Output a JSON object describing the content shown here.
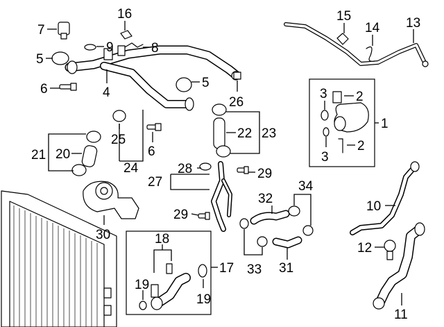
{
  "diagram": {
    "callouts": [
      {
        "id": "c1",
        "text": "1"
      },
      {
        "id": "c2a",
        "text": "2"
      },
      {
        "id": "c2b",
        "text": "2"
      },
      {
        "id": "c3a",
        "text": "3"
      },
      {
        "id": "c3b",
        "text": "3"
      },
      {
        "id": "c4",
        "text": "4"
      },
      {
        "id": "c5a",
        "text": "5"
      },
      {
        "id": "c5b",
        "text": "5"
      },
      {
        "id": "c6a",
        "text": "6"
      },
      {
        "id": "c6b",
        "text": "6"
      },
      {
        "id": "c7",
        "text": "7"
      },
      {
        "id": "c8",
        "text": "8"
      },
      {
        "id": "c9",
        "text": "9"
      },
      {
        "id": "c10",
        "text": "10"
      },
      {
        "id": "c11",
        "text": "11"
      },
      {
        "id": "c12",
        "text": "12"
      },
      {
        "id": "c13",
        "text": "13"
      },
      {
        "id": "c14",
        "text": "14"
      },
      {
        "id": "c15",
        "text": "15"
      },
      {
        "id": "c16",
        "text": "16"
      },
      {
        "id": "c17",
        "text": "17"
      },
      {
        "id": "c18",
        "text": "18"
      },
      {
        "id": "c19a",
        "text": "19"
      },
      {
        "id": "c19b",
        "text": "19"
      },
      {
        "id": "c20",
        "text": "20"
      },
      {
        "id": "c21",
        "text": "21"
      },
      {
        "id": "c22",
        "text": "22"
      },
      {
        "id": "c23",
        "text": "23"
      },
      {
        "id": "c24",
        "text": "24"
      },
      {
        "id": "c25",
        "text": "25"
      },
      {
        "id": "c26",
        "text": "26"
      },
      {
        "id": "c27",
        "text": "27"
      },
      {
        "id": "c28",
        "text": "28"
      },
      {
        "id": "c29a",
        "text": "29"
      },
      {
        "id": "c29b",
        "text": "29"
      },
      {
        "id": "c30",
        "text": "30"
      },
      {
        "id": "c31",
        "text": "31"
      },
      {
        "id": "c32",
        "text": "32"
      },
      {
        "id": "c33",
        "text": "33"
      },
      {
        "id": "c34",
        "text": "34"
      }
    ]
  }
}
